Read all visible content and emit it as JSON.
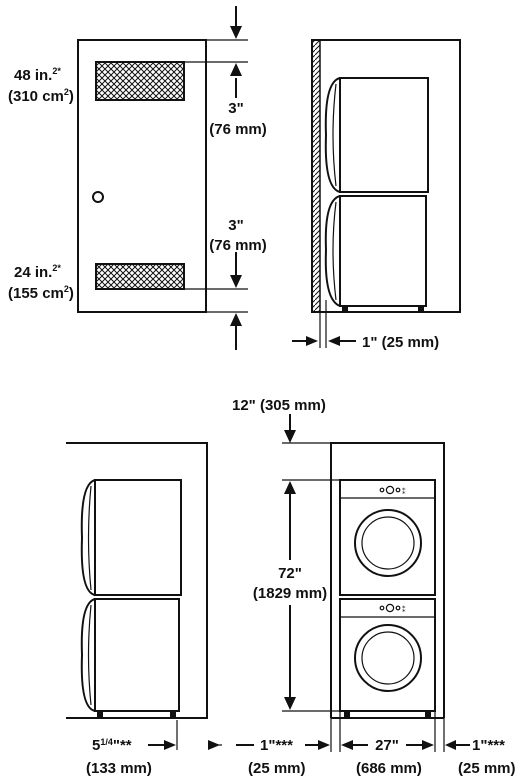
{
  "top_left": {
    "vent_top_area": "48 in.",
    "vent_top_sup": "2*",
    "vent_top_metric": "(310 cm",
    "vent_top_metric_sup": "2",
    "vent_top_metric_end": ")",
    "vent_bottom_area": "24 in.",
    "vent_bottom_sup": "2*",
    "vent_bottom_metric": "(155 cm",
    "vent_bottom_metric_sup": "2",
    "vent_bottom_metric_end": ")",
    "gap_top": "3\"",
    "gap_top_metric": "(76 mm)",
    "gap_bottom": "3\"",
    "gap_bottom_metric": "(76 mm)"
  },
  "top_right": {
    "rear_clearance": "1\" (25 mm)"
  },
  "bottom": {
    "top_clearance": "12\" (305 mm)",
    "height": "72\"",
    "height_metric": "(1829 mm)",
    "side_clearance_left_whole": "5",
    "side_clearance_left_frac": "1/4",
    "side_clearance_left_mark": "\"**",
    "side_clearance_left_metric": "(133 mm)",
    "gap_left": "1\"***",
    "gap_left_metric": "(25 mm)",
    "width": "27\"",
    "width_metric": "(686 mm)",
    "gap_right": "1\"***",
    "gap_right_metric": "(25 mm)"
  }
}
